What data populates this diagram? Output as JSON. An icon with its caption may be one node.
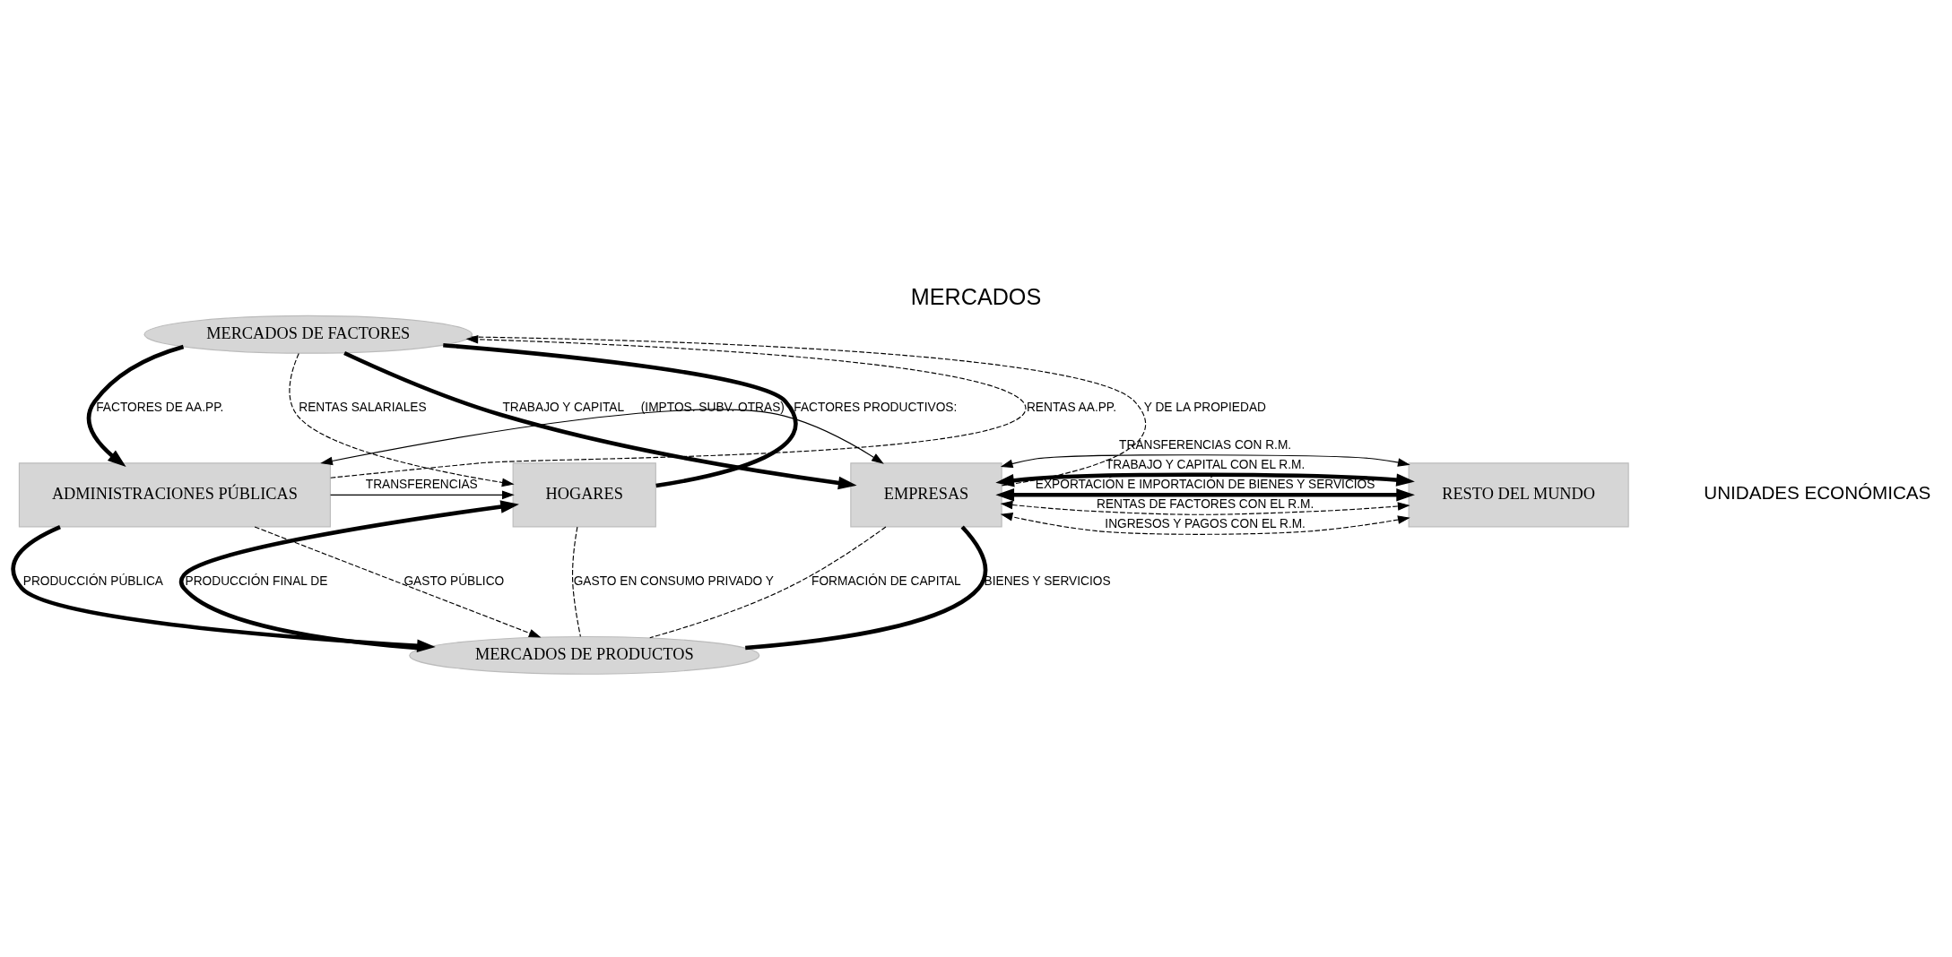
{
  "diagram": {
    "title": "MERCADOS",
    "nodes": [
      {
        "text": [
          "MERCADOS DE FACTORES"
        ]
      },
      {
        "text": [
          "HOGARES"
        ]
      },
      {
        "text": [
          "ADMINISTRACIONES PÚBLICAS"
        ]
      },
      {
        "text": [
          "EMPRESAS"
        ]
      },
      {
        "text": [
          "RESTO DEL MUNDO"
        ]
      },
      {
        "text": [
          "MERCADOS DE PRODUCTOS"
        ]
      }
    ],
    "edges": [
      {
        "from": 1,
        "to": 0,
        "arrow": "none",
        "label": "FACTORES PRODUCTIVOS:",
        "style": "thick"
      },
      {
        "from": 0,
        "to": 3,
        "arrow": "to",
        "label": "TRABAJO Y CAPITAL",
        "style": "thick"
      },
      {
        "from": 3,
        "to": 4,
        "arrow": "both",
        "label": "TRABAJO Y CAPITAL CON EL R.M.",
        "style": "thick"
      },
      {
        "from": 3,
        "to": 0,
        "arrow": "none",
        "label": "Y DE LA PROPIEDAD",
        "style": "dashed"
      },
      {
        "from": 0,
        "to": 1,
        "arrow": "to",
        "label": "RENTAS SALARIALES",
        "style": "dashed"
      },
      {
        "from": 3,
        "to": 4,
        "arrow": "both",
        "label": "RENTAS DE FACTORES CON EL R.M.",
        "style": "dashed"
      },
      {
        "from": 2,
        "to": 0,
        "arrow": "to",
        "label": "RENTAS AA.PP.",
        "style": "dashed"
      },
      {
        "from": 0,
        "to": 2,
        "arrow": "to",
        "label": "FACTORES DE AA.PP.",
        "style": "thick"
      },
      {
        "from": 2,
        "to": 1,
        "arrow": "to",
        "label": "TRANSFERENCIAS"
      },
      {
        "from": 2,
        "to": 3,
        "arrow": "both",
        "label": "(IMPTOS. SUBV. OTRAS)"
      },
      {
        "from": 4,
        "to": 3,
        "arrow": "both",
        "label": "TRANSFERENCIAS CON R.M."
      },
      {
        "from": 1,
        "to": 5,
        "arrow": "none",
        "label": "GASTO EN CONSUMO PRIVADO Y",
        "style": "dashed"
      },
      {
        "from": 2,
        "to": 5,
        "arrow": "to",
        "label": "GASTO PÚBLICO",
        "style": "dashed"
      },
      {
        "from": 3,
        "to": 5,
        "arrow": "none",
        "label": "FORMACIÓN DE CAPITAL",
        "style": "dashed"
      },
      {
        "from": 2,
        "to": 5,
        "arrow": "to",
        "label": "PRODUCCIÓN PÚBLICA",
        "style": "thick"
      },
      {
        "from": 3,
        "to": 5,
        "arrow": "none",
        "label": "BIENES Y SERVICIOS",
        "style": "thick"
      },
      {
        "from": 5,
        "to": 1,
        "arrow": "to",
        "label": "PRODUCCIÓN FINAL DE",
        "style": "thick"
      },
      {
        "from": 4,
        "to": 3,
        "arrow": "both",
        "label": "INGRESOS Y PAGOS CON EL R.M.",
        "style": "dashed"
      },
      {
        "from": 3,
        "to": 4,
        "arrow": "both",
        "label": "EXPORTACIÓN E IMPORTACIÓN DE BIENES Y SERVICIOS",
        "style": "thick"
      }
    ],
    "labels": [
      "UNIDADES ECONÓMICAS"
    ]
  }
}
